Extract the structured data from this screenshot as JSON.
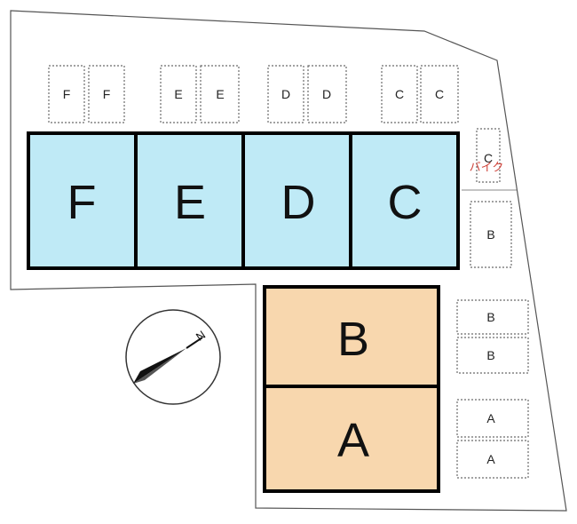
{
  "colors": {
    "building_cfed": "#bfeaf6",
    "building_ab": "#f8d7ae",
    "outline": "#000000",
    "lot_boundary": "#555555",
    "bike_text": "#d0453c"
  },
  "buildings": {
    "top_row": [
      "F",
      "E",
      "D",
      "C"
    ],
    "bottom_stack": [
      "B",
      "A"
    ]
  },
  "parking": {
    "top_row": [
      "F",
      "F",
      "E",
      "E",
      "D",
      "D",
      "C",
      "C"
    ],
    "right_c": "C",
    "right_upper_b": "B",
    "right_b_pair": [
      "B",
      "B"
    ],
    "right_a_pair": [
      "A",
      "A"
    ]
  },
  "bike_parking_label": "バイク",
  "compass": {
    "north_label": "N",
    "icon": "north-arrow-icon"
  }
}
